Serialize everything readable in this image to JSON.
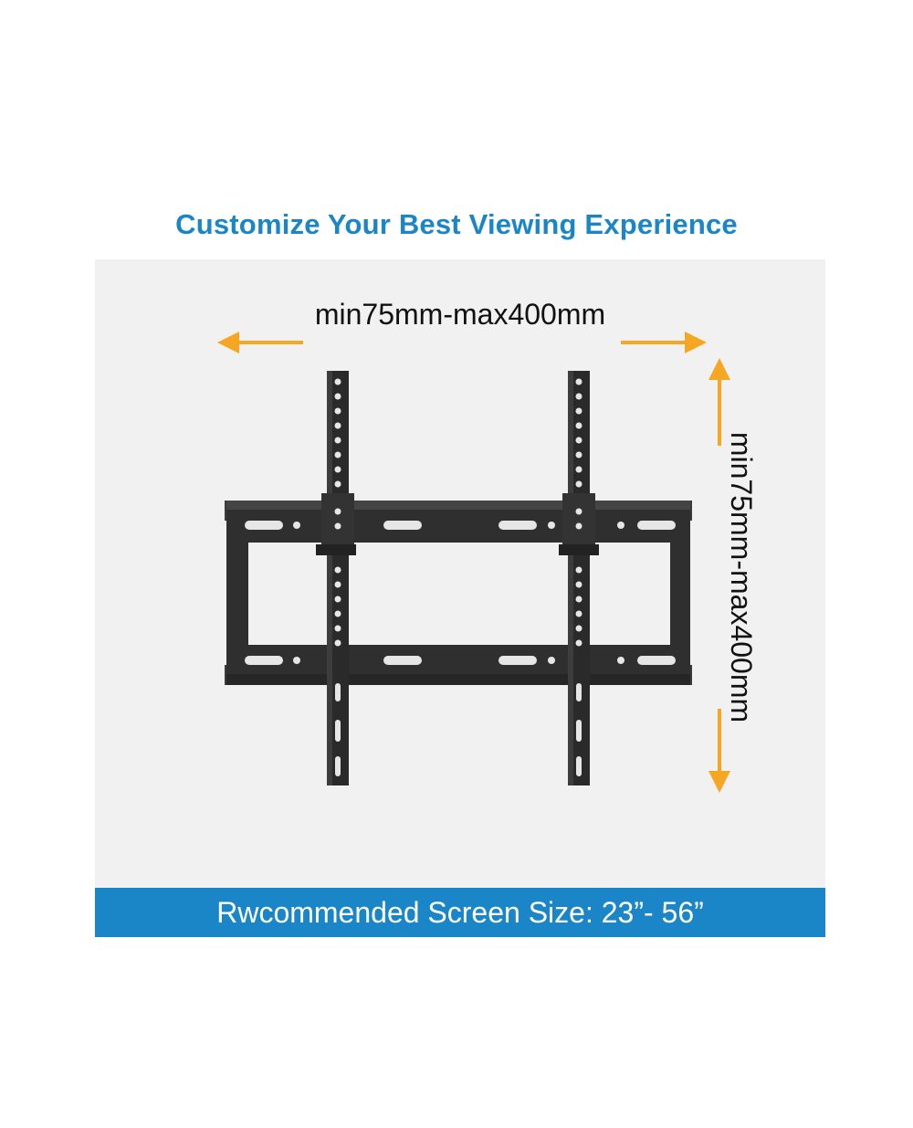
{
  "headline": "Customize Your Best Viewing Experience",
  "dimensions": {
    "horizontal": "min75mm-max400mm",
    "vertical": "min75mm-max400mm"
  },
  "footer": {
    "text": "Rwcommended Screen Size: 23”- 56”"
  },
  "colors": {
    "headline": "#1a86c8",
    "footer_band": "#1a86c8",
    "arrows": "#f5a623",
    "panel_background": "#f1f1f1",
    "mount": "#2b2b2b"
  },
  "icons": {
    "horizontal_arrows": "double-headed-arrow-horizontal",
    "vertical_arrows": "double-headed-arrow-vertical",
    "product": "tilting-tv-wall-mount"
  }
}
